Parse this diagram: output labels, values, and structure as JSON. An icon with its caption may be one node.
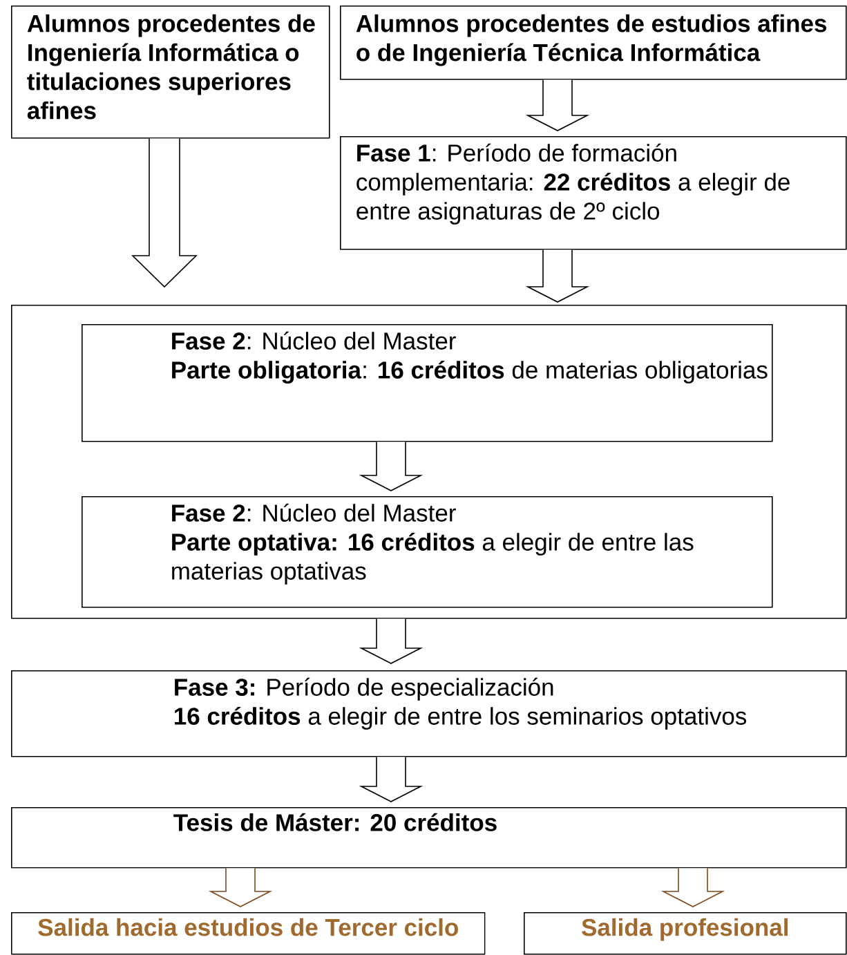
{
  "diagram": {
    "nodes": [
      {
        "text": [
          "Alumnos procedentes de Ingeniería Informática o titulaciones superiores afines"
        ]
      },
      {
        "text": [
          "Alumnos procedentes de estudios afines o de Ingeniería Técnica  Informática"
        ]
      },
      {
        "text": [
          "**Fase 1**: Período de formación complementaria: **22 créditos** a elegir de entre asignaturas de 2º ciclo"
        ]
      },
      {
        "text": [],
        "shape": "box"
      },
      {
        "text": [
          "**Fase 2**: Núcleo del Master",
          "**Parte obligatoria**: **16 créditos** de materias obligatorias"
        ],
        "in": 3
      },
      {
        "text": [
          "**Fase 2**: Núcleo del Master",
          "**Parte optativa: 16 créditos** a elegir de entre las materias optativas"
        ],
        "in": 3
      },
      {
        "text": [
          "**Fase 3:** Período de especialización",
          "**16 créditos** a elegir de entre los seminarios optativos"
        ]
      },
      {
        "text": [
          "Tesis de Máster: 20 créditos"
        ]
      },
      {
        "text": [
          "Salida hacia estudios de Tercer ciclo"
        ]
      },
      {
        "text": [
          "Salida profesional"
        ]
      }
    ],
    "edges": [
      {
        "from": 1,
        "to": 2,
        "arrow": "to"
      },
      {
        "from": 0,
        "to": 3,
        "arrow": "to"
      },
      {
        "from": 2,
        "to": 3,
        "arrow": "to"
      },
      {
        "from": 4,
        "to": 5,
        "arrow": "to"
      },
      {
        "from": 3,
        "to": 6,
        "arrow": "to"
      },
      {
        "from": 6,
        "to": 7,
        "arrow": "to"
      },
      {
        "from": 7,
        "to": 8,
        "arrow": "to",
        "color": "#7a4a1a"
      },
      {
        "from": 7,
        "to": 9,
        "arrow": "to",
        "color": "#7a4a1a"
      }
    ]
  }
}
